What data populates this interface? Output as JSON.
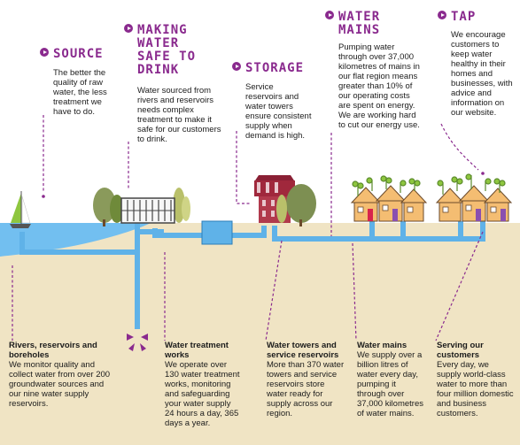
{
  "colors": {
    "purple": "#8a2a8e",
    "water": "#72bff0",
    "pipe": "#5fb2e8",
    "ground": "#f0e4c4",
    "house": "#f4bd72",
    "tower": "#a0283c"
  },
  "sections": {
    "source": {
      "heading": "SOURCE",
      "text": "The better the quality of raw water, the less treatment we have to do."
    },
    "safe": {
      "heading_lines": [
        "MAKING",
        "WATER",
        "SAFE TO",
        "DRINK"
      ],
      "text": "Water sourced from rivers and reservoirs needs complex treatment to make it safe for our customers to drink."
    },
    "storage": {
      "heading": "STORAGE",
      "text": "Service reservoirs and water towers ensure consistent supply when demand is high."
    },
    "mains": {
      "heading_lines": [
        "WATER",
        "MAINS"
      ],
      "text": "Pumping water through over 37,000 kilometres of mains in our flat region means greater than 10% of our operating costs are spent on energy. We are working hard to cut our energy use."
    },
    "tap": {
      "heading": "TAP",
      "text": "We encourage customers to keep water healthy in their homes and businesses, with advice and information on our website."
    }
  },
  "bottom": {
    "rivers": {
      "title": "Rivers, reservoirs and boreholes",
      "text": "We monitor quality and collect water from over 200 groundwater sources and our nine water supply reservoirs."
    },
    "treatment": {
      "title": "Water treatment works",
      "text": "We operate over 130 water treatment works, monitoring and safeguarding your water supply 24 hours a day, 365 days a year."
    },
    "towers": {
      "title": "Water towers and service reservoirs",
      "text": "More than 370 water towers and service reservoirs store water ready for supply across our region."
    },
    "mains": {
      "title": "Water mains",
      "text": "We supply over a billion litres of water every day, pumping it through over 37,000 kilometres of water mains."
    },
    "serving": {
      "title": "Serving our customers",
      "text": "Every day, we supply world-class water to more than four million domestic and business customers."
    }
  },
  "icons": [
    "play-icon",
    "sailboat-icon",
    "tree-icon",
    "treatment-works-icon",
    "pump-house-icon",
    "water-tower-icon",
    "house-icon",
    "arrow-icon"
  ]
}
